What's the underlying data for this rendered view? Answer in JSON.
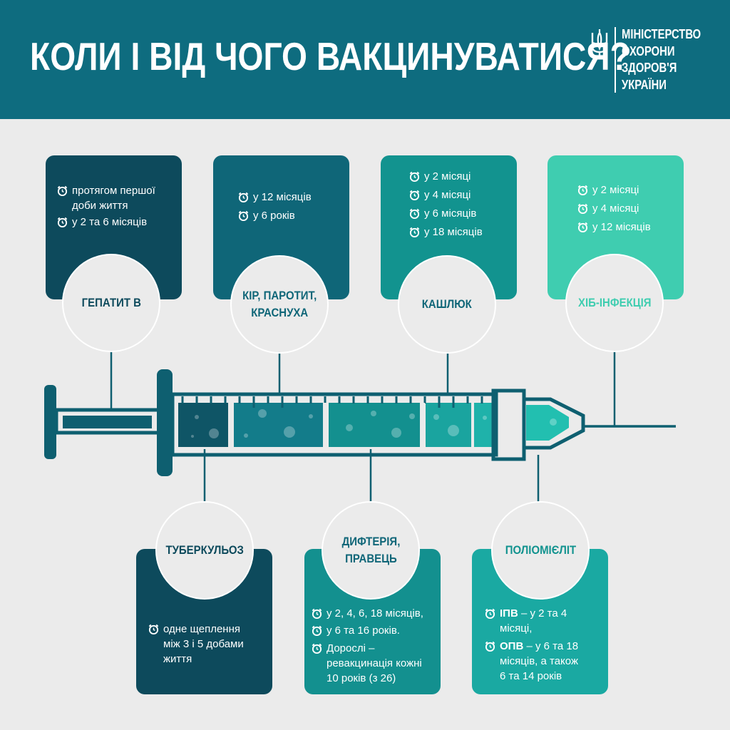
{
  "header": {
    "title": "КОЛИ І ВІД ЧОГО ВАКЦИНУВАТИСЯ?",
    "ministry_lines": [
      "МІНІСТЕРСТВО",
      "ОХОРОНИ",
      "ЗДОРОВ'Я",
      "УКРАЇНИ"
    ]
  },
  "colors": {
    "header_bg": "#0e6c7f",
    "dark": "#0d4a5c",
    "mid_dark": "#0f6678",
    "teal": "#12938f",
    "light_teal": "#3fcdb0",
    "mid_teal": "#1aa9a2",
    "background": "#ebebeb"
  },
  "diseases_top": [
    {
      "name": "ГЕПАТИТ В",
      "schedule": [
        "протягом першої\nдоби життя",
        "у 2 та 6 місяців"
      ]
    },
    {
      "name": "КІР, ПАРОТИТ,\nКРАСНУХА",
      "schedule": [
        "у 12 місяців",
        "у 6 років"
      ]
    },
    {
      "name": "КАШЛЮК",
      "schedule": [
        "у 2 місяці",
        "у 4 місяці",
        "у 6 місяців",
        "у 18 місяців"
      ]
    },
    {
      "name": "ХІБ-ІНФЕКЦІЯ",
      "schedule": [
        "у 2 місяці",
        "у 4 місяці",
        "у 12 місяців"
      ]
    }
  ],
  "diseases_bottom": [
    {
      "name": "ТУБЕРКУЛЬОЗ",
      "schedule": [
        "одне щеплення\nміж 3 і 5 добами\nжиття"
      ]
    },
    {
      "name": "ДИФТЕРІЯ,\nПРАВЕЦЬ",
      "schedule": [
        "у 2, 4, 6, 18 місяців,",
        "у 6 та 16 років.",
        "Дорослі –\nревакцинація кожні\n10 років (з 26)"
      ]
    },
    {
      "name": "ПОЛІОМІЄЛІТ",
      "schedule": [
        {
          "bold": "ІПВ",
          "text": " – у 2 та 4\nмісяці,"
        },
        {
          "bold": "ОПВ",
          "text": " – у 6 та 18\nмісяців, а також\n6 та 14 років"
        }
      ]
    }
  ]
}
